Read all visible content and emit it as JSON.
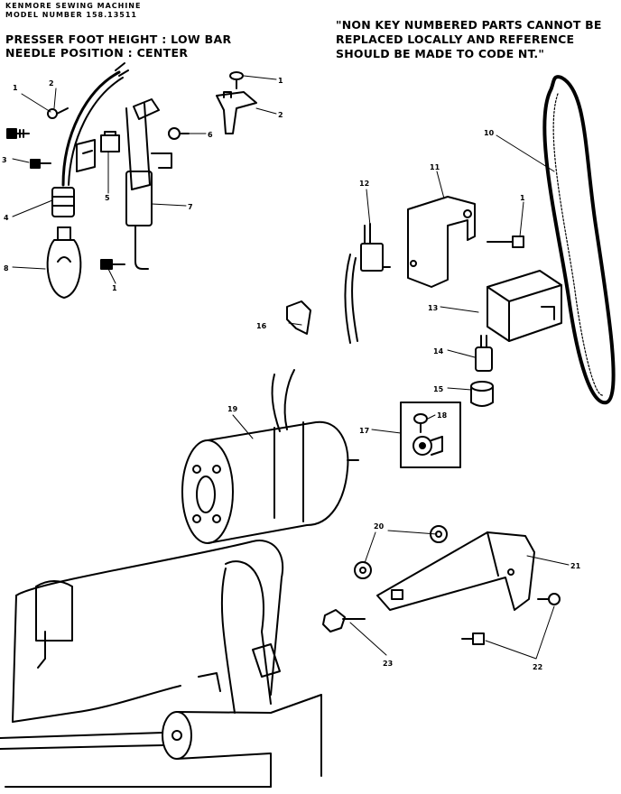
{
  "header": {
    "brand_line": "KENMORE SEWING MACHINE",
    "model_line": "MODEL NUMBER 158.13511",
    "presser_foot": "PRESSER FOOT HEIGHT : LOW BAR",
    "needle_position": "NEEDLE POSITION : CENTER"
  },
  "note": "\"NON KEY NUMBERED PARTS CANNOT BE REPLACED LOCALLY AND REFERENCE SHOULD BE MADE TO CODE NT.\"",
  "callouts": {
    "c1a": "1",
    "c2a": "2",
    "c1b": "1",
    "c2b": "2",
    "c3": "3",
    "c4": "4",
    "c5": "5",
    "c6": "6",
    "c7": "7",
    "c8": "8",
    "c1c": "1",
    "c10": "10",
    "c11": "11",
    "c12": "12",
    "c1d": "1",
    "c13": "13",
    "c14": "14",
    "c15": "15",
    "c16": "16",
    "c17": "17",
    "c18": "18",
    "c19": "19",
    "c20": "20",
    "c21": "21",
    "c22": "22",
    "c23": "23"
  }
}
